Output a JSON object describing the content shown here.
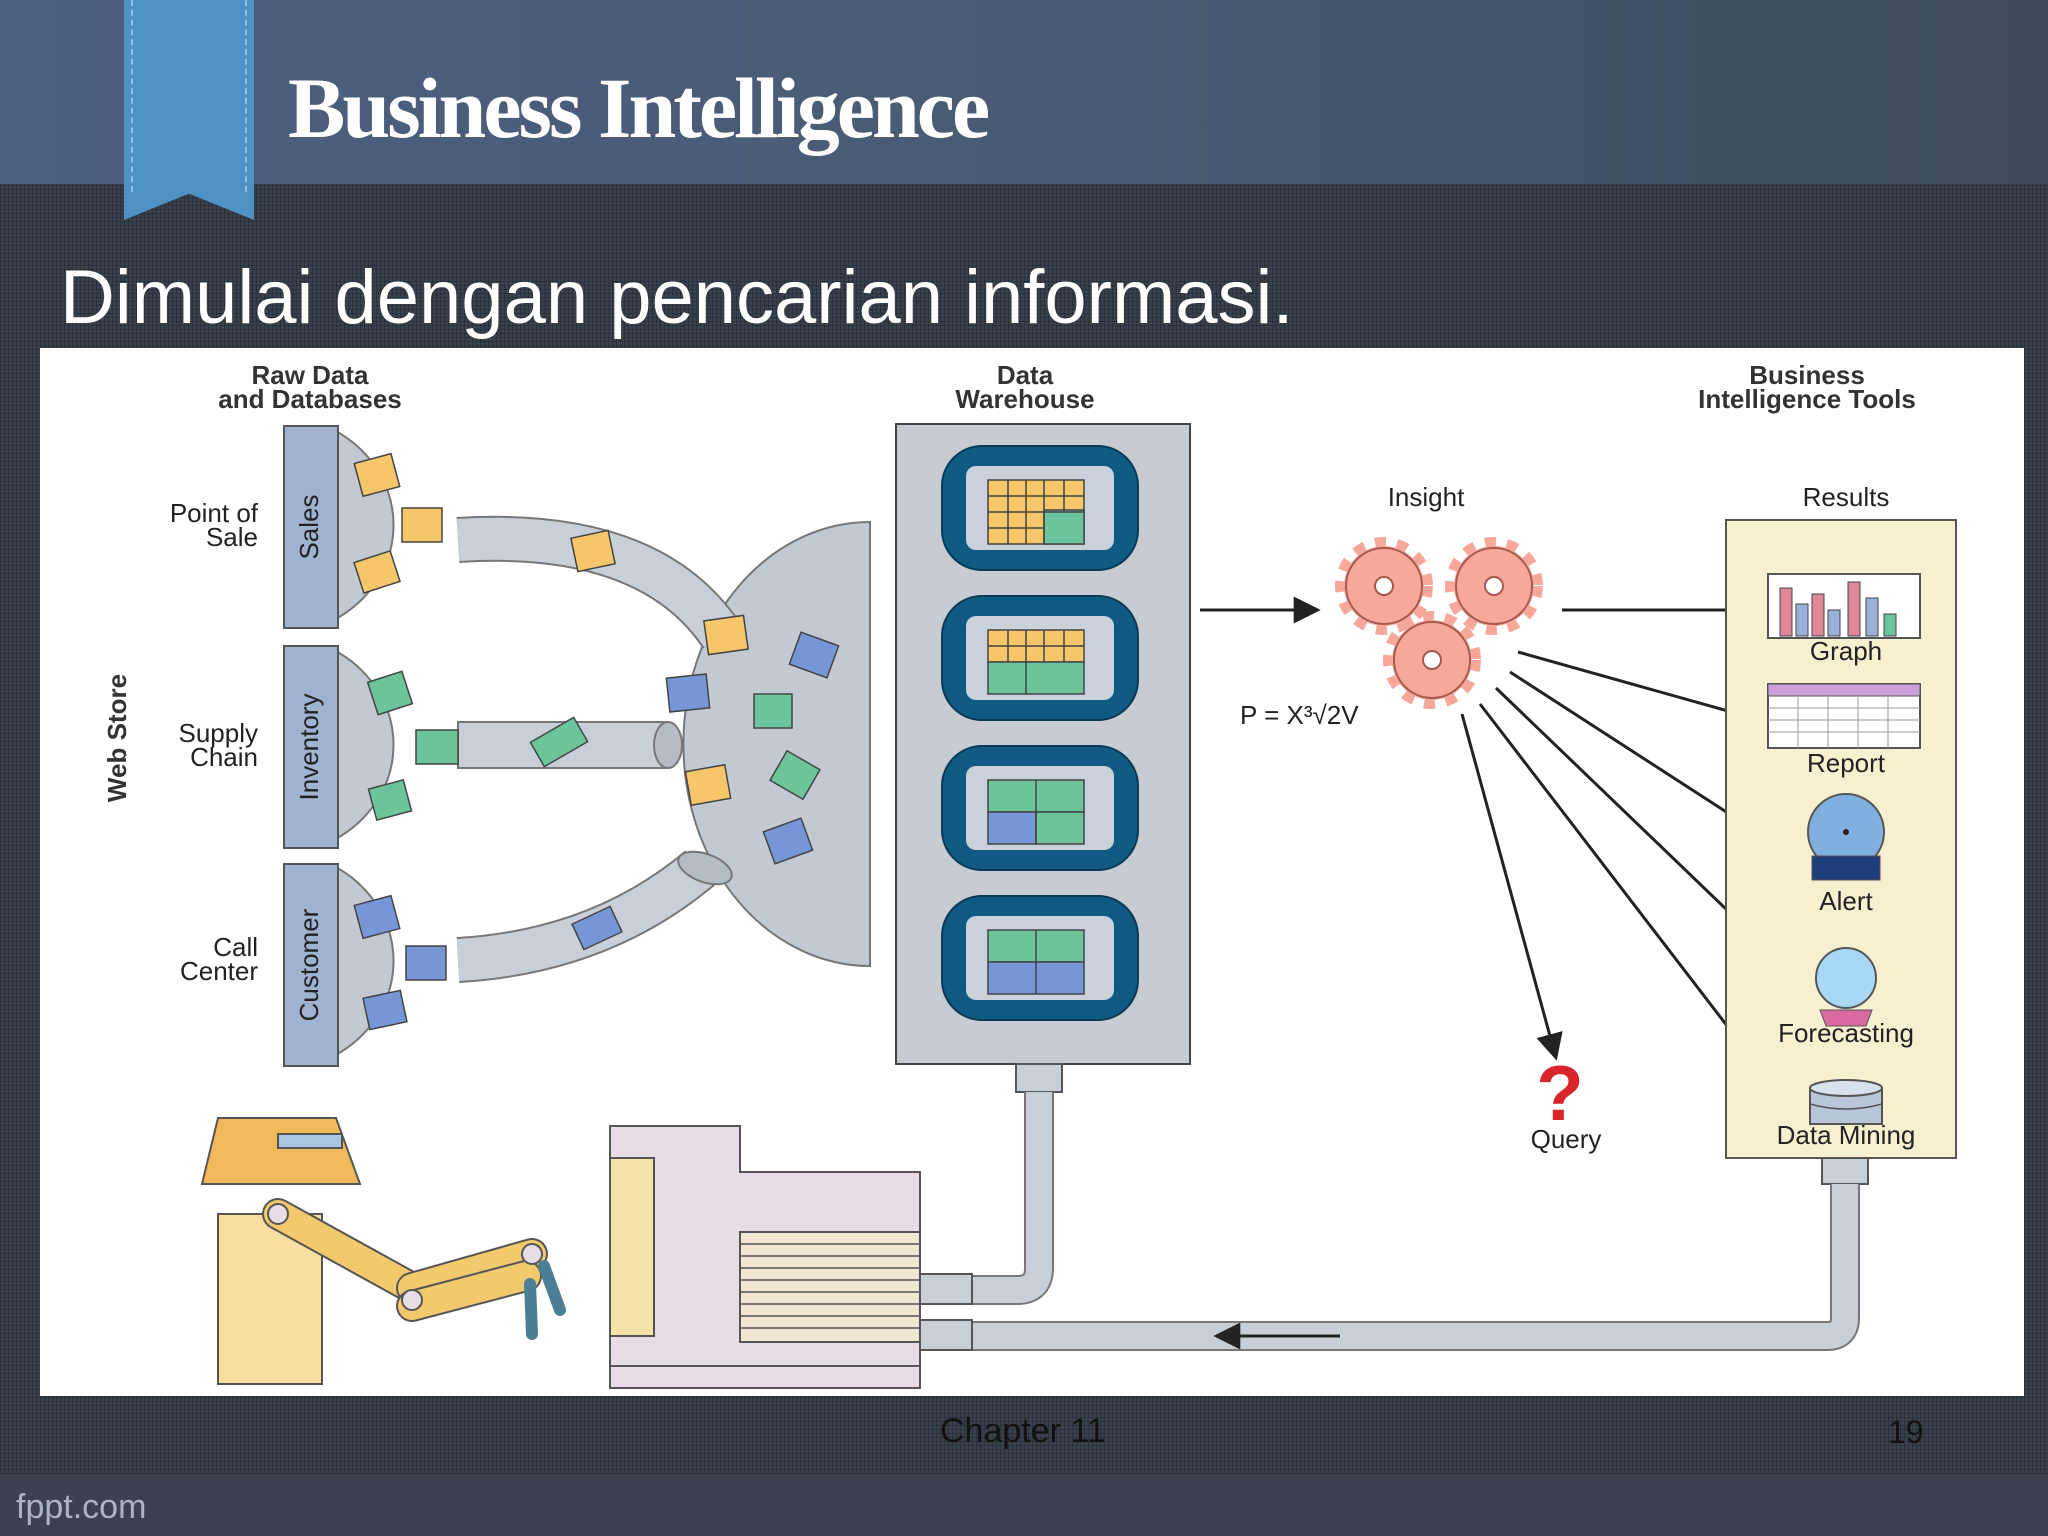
{
  "slide": {
    "title": "Business Intelligence",
    "subtitle": "Dimulai dengan pencarian informasi.",
    "footer_center": "Chapter 11",
    "page_number": "19",
    "brand": "fppt.com"
  },
  "diagram": {
    "raw_data_title_1": "Raw Data",
    "raw_data_title_2": "and Databases",
    "warehouse_title_1": "Data",
    "warehouse_title_2": "Warehouse",
    "bi_tools_title_1": "Business",
    "bi_tools_title_2": "Intelligence Tools",
    "web_store": "Web Store",
    "sources": [
      {
        "label_1": "Point of",
        "label_2": "Sale",
        "db": "Sales"
      },
      {
        "label_1": "Supply",
        "label_2": "Chain",
        "db": "Inventory"
      },
      {
        "label_1": "Call",
        "label_2": "Center",
        "db": "Customer"
      }
    ],
    "insight": "Insight",
    "formula": "P = X³√2V",
    "query": "Query",
    "results_title": "Results",
    "results": [
      "Graph",
      "Report",
      "Alert",
      "Forecasting",
      "Data Mining"
    ]
  }
}
